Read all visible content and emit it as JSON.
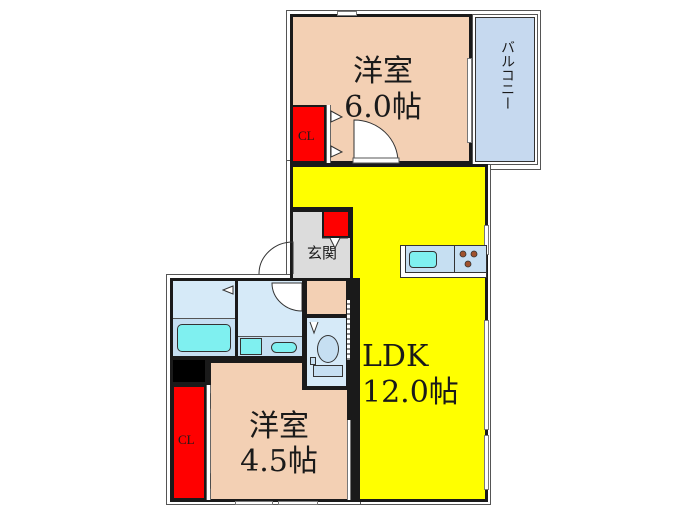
{
  "floorplan": {
    "rooms": [
      {
        "id": "western-room-1",
        "name": "洋室",
        "size": "6.0帖"
      },
      {
        "id": "ldk",
        "name": "LDK",
        "size": "12.0帖"
      },
      {
        "id": "western-room-2",
        "name": "洋室",
        "size": "4.5帖"
      },
      {
        "id": "entrance",
        "name": "玄関"
      },
      {
        "id": "balcony",
        "name": "バルコニー"
      }
    ],
    "closets": [
      {
        "id": "closet-1",
        "label": "CL"
      },
      {
        "id": "closet-2",
        "label": "CL"
      }
    ],
    "colors": {
      "western_room": "#f3d0b4",
      "ldk": "#ffff00",
      "balcony": "#c6d9ef",
      "entrance": "#dcdcdc",
      "closet": "#ff0000",
      "wet_area": "#d6eaf8",
      "fixture": "#7ff0f0",
      "wall": "#1a1a1a"
    }
  }
}
